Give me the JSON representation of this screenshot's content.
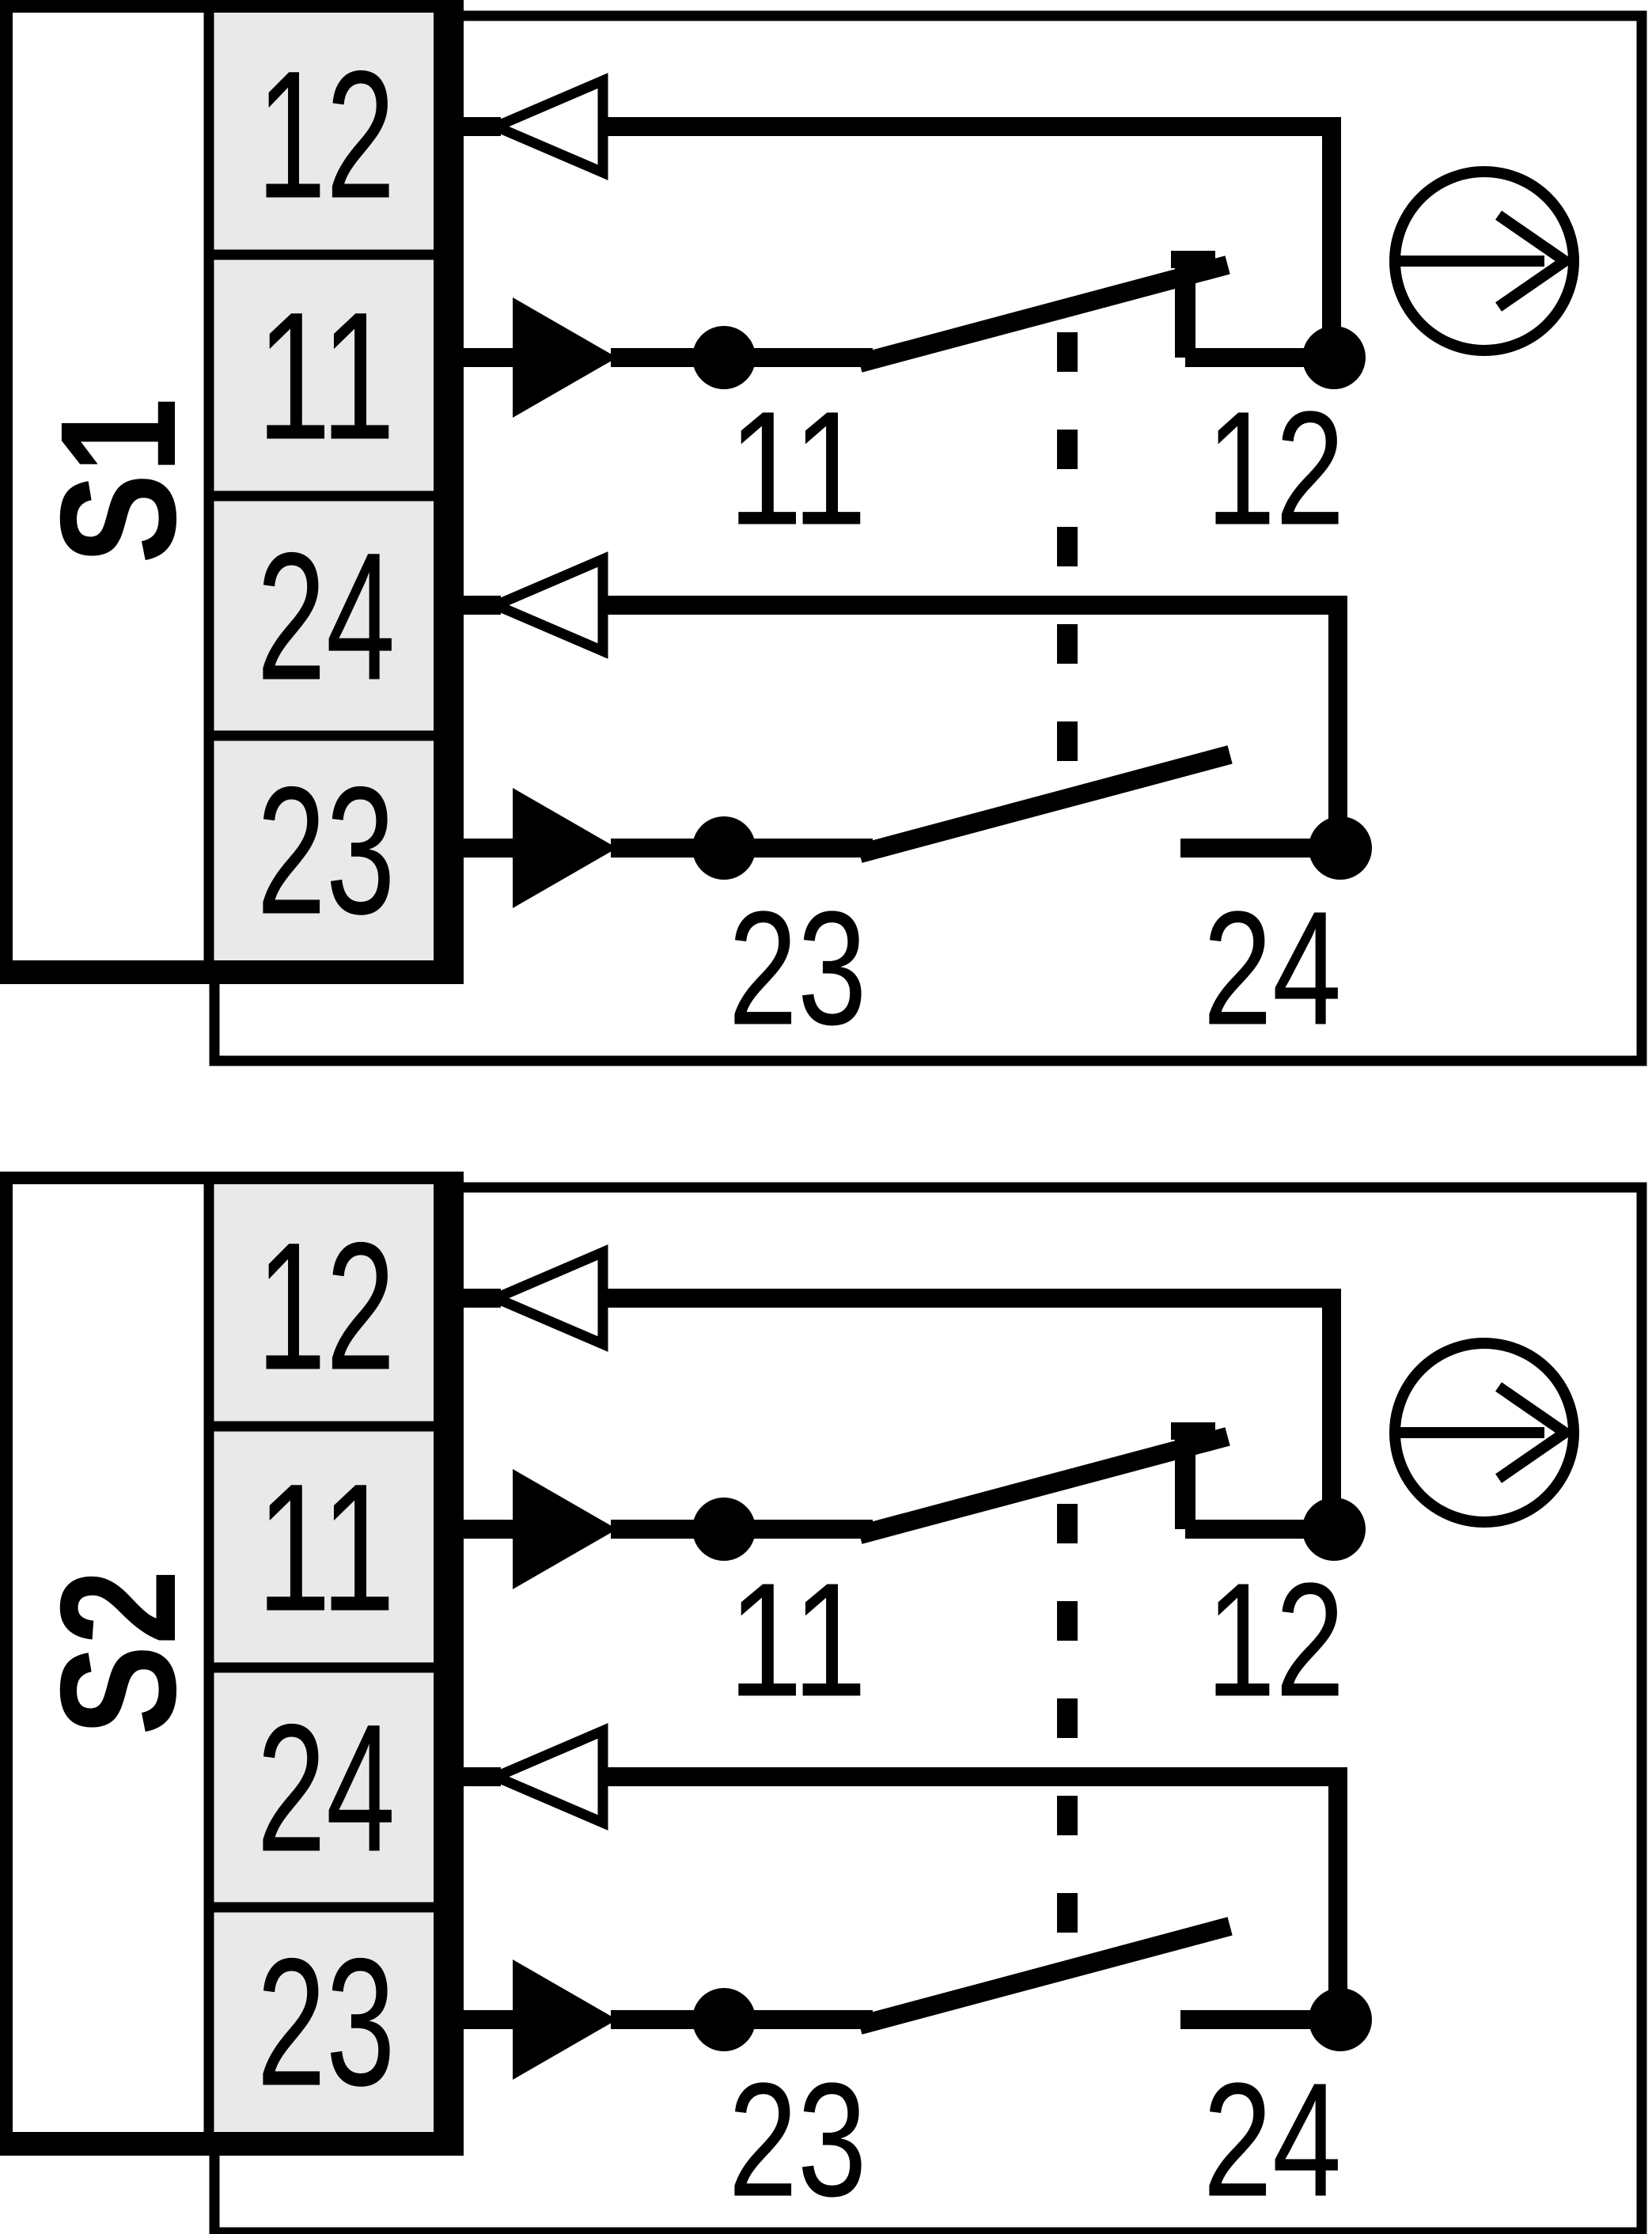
{
  "colors": {
    "background": "#ffffff",
    "line": "#000000",
    "cell_fill": "#e9e9e9"
  },
  "icons": {
    "output_arrow": "open-left-pointing-triangle",
    "input_arrow": "filled-right-pointing-triangle",
    "actuation_direction": "circle-with-right-arrow",
    "mechanical_link": "vertical-dashed-line",
    "junction": "filled-dot"
  },
  "diagrams": [
    {
      "block_label": "S1",
      "terminal_cells": [
        "12",
        "11",
        "24",
        "23"
      ],
      "nc_contact": {
        "left_label": "11",
        "right_label": "12"
      },
      "no_contact": {
        "left_label": "23",
        "right_label": "24"
      }
    },
    {
      "block_label": "S2",
      "terminal_cells": [
        "12",
        "11",
        "24",
        "23"
      ],
      "nc_contact": {
        "left_label": "11",
        "right_label": "12"
      },
      "no_contact": {
        "left_label": "23",
        "right_label": "24"
      }
    }
  ]
}
